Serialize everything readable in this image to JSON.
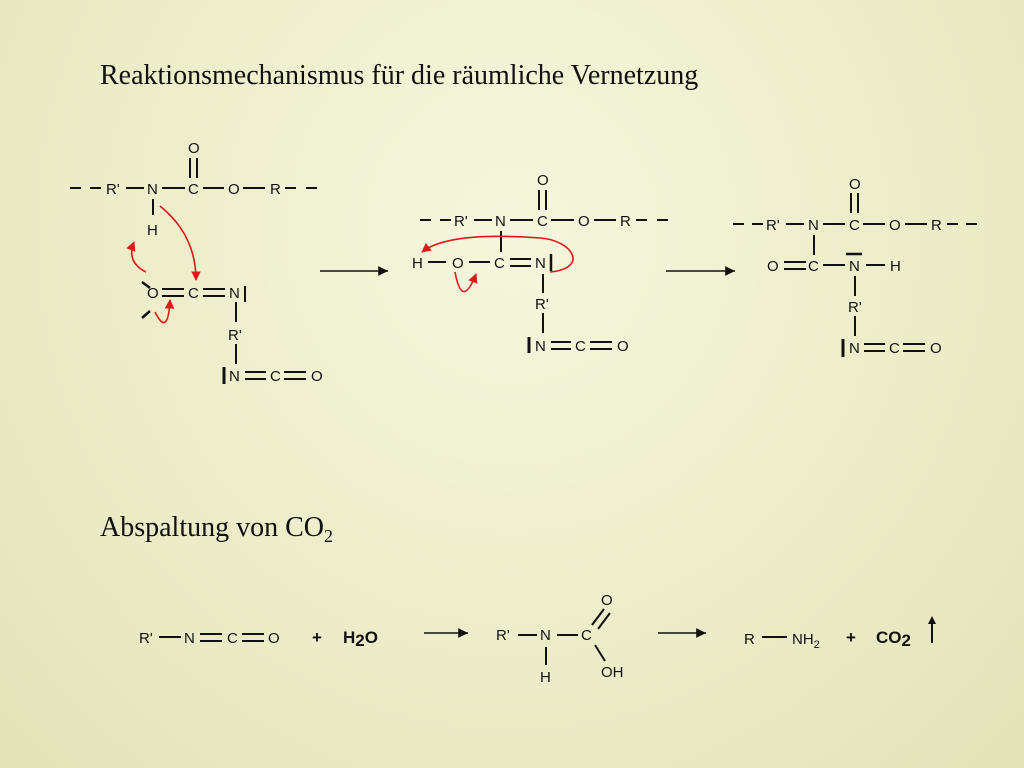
{
  "title": "Reaktionsmechanismus für die räumliche Vernetzung",
  "subtitle": {
    "text": "Abspaltung von CO",
    "subscript": "2"
  },
  "atoms": {
    "O": "O",
    "C": "C",
    "N": "N",
    "H": "H",
    "R": "R",
    "Rp": "R'",
    "OH": "OH",
    "NH": "NH",
    "two": "2"
  },
  "equation": {
    "plus": "+"
  },
  "colors": {
    "arrow_red": "#e01818",
    "text": "#111111"
  }
}
